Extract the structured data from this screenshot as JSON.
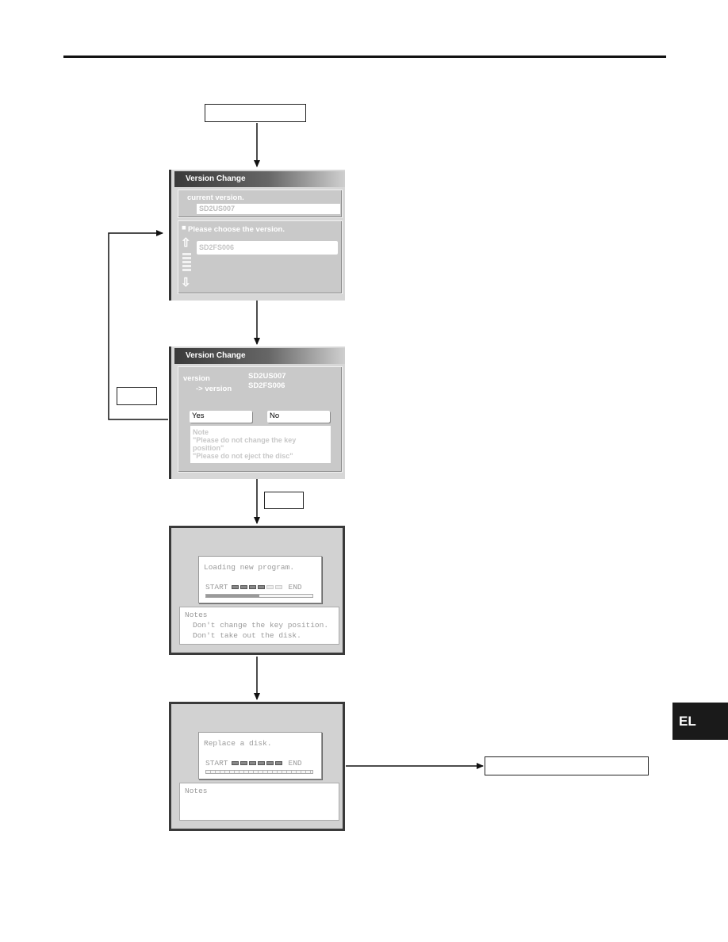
{
  "side_tab": {
    "label": "EL"
  },
  "screen1": {
    "title": "Version Change",
    "current_label": "current version.",
    "current_value": "SD2US007",
    "choose_label": "Please choose the version.",
    "selected_version": "SD2FS006"
  },
  "screen2": {
    "title": "Version Change",
    "version_label": "version",
    "arrow_version_label": "-> version",
    "from_version": "SD2US007",
    "to_version": "SD2FS006",
    "yes_label": "Yes",
    "no_label": "No",
    "note_title": "Note",
    "note_line1": "\"Please do not change the key position\"",
    "note_line2": "\"Please do not eject the disc\""
  },
  "screen3": {
    "message": "Loading new program.",
    "start_label": "START",
    "end_label": "END",
    "segments_filled": 4,
    "segments_total": 6,
    "progress_fraction": 0.5,
    "notes_title": "Notes",
    "notes_line1": "Don't change the key position.",
    "notes_line2": "Don't take out the disk."
  },
  "screen4": {
    "message": "Replace a disk.",
    "start_label": "START",
    "end_label": "END",
    "segments_filled": 6,
    "segments_total": 6,
    "notes_title": "Notes"
  }
}
